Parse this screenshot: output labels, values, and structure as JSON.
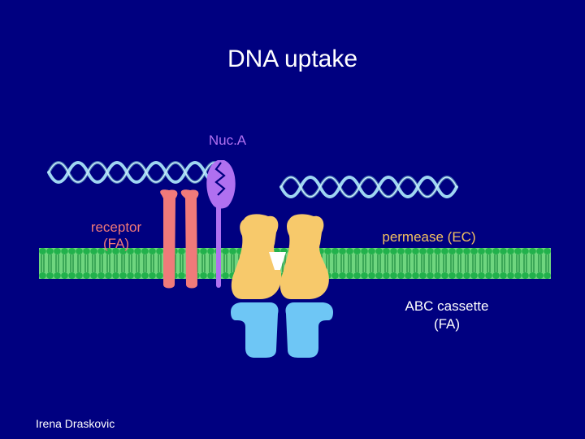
{
  "title": "DNA uptake",
  "labels": {
    "nuca": "Nuc.A",
    "receptor_line1": "receptor",
    "receptor_line2": "(FA)",
    "permease": "permease (EC)",
    "abc_line1": "ABC cassette",
    "abc_line2": "(FA)"
  },
  "author": "Irena Draskovic",
  "colors": {
    "background": "#000080",
    "membrane": "#1ba84a",
    "dna_strand_light": "#9fd6f2",
    "dna_strand_dark": "#4a7ab5",
    "receptor": "#f07a7a",
    "nuca": "#b070f0",
    "permease": "#f7c96b",
    "abc_cassette": "#6ec6f5",
    "title_text": "#ffffff"
  }
}
